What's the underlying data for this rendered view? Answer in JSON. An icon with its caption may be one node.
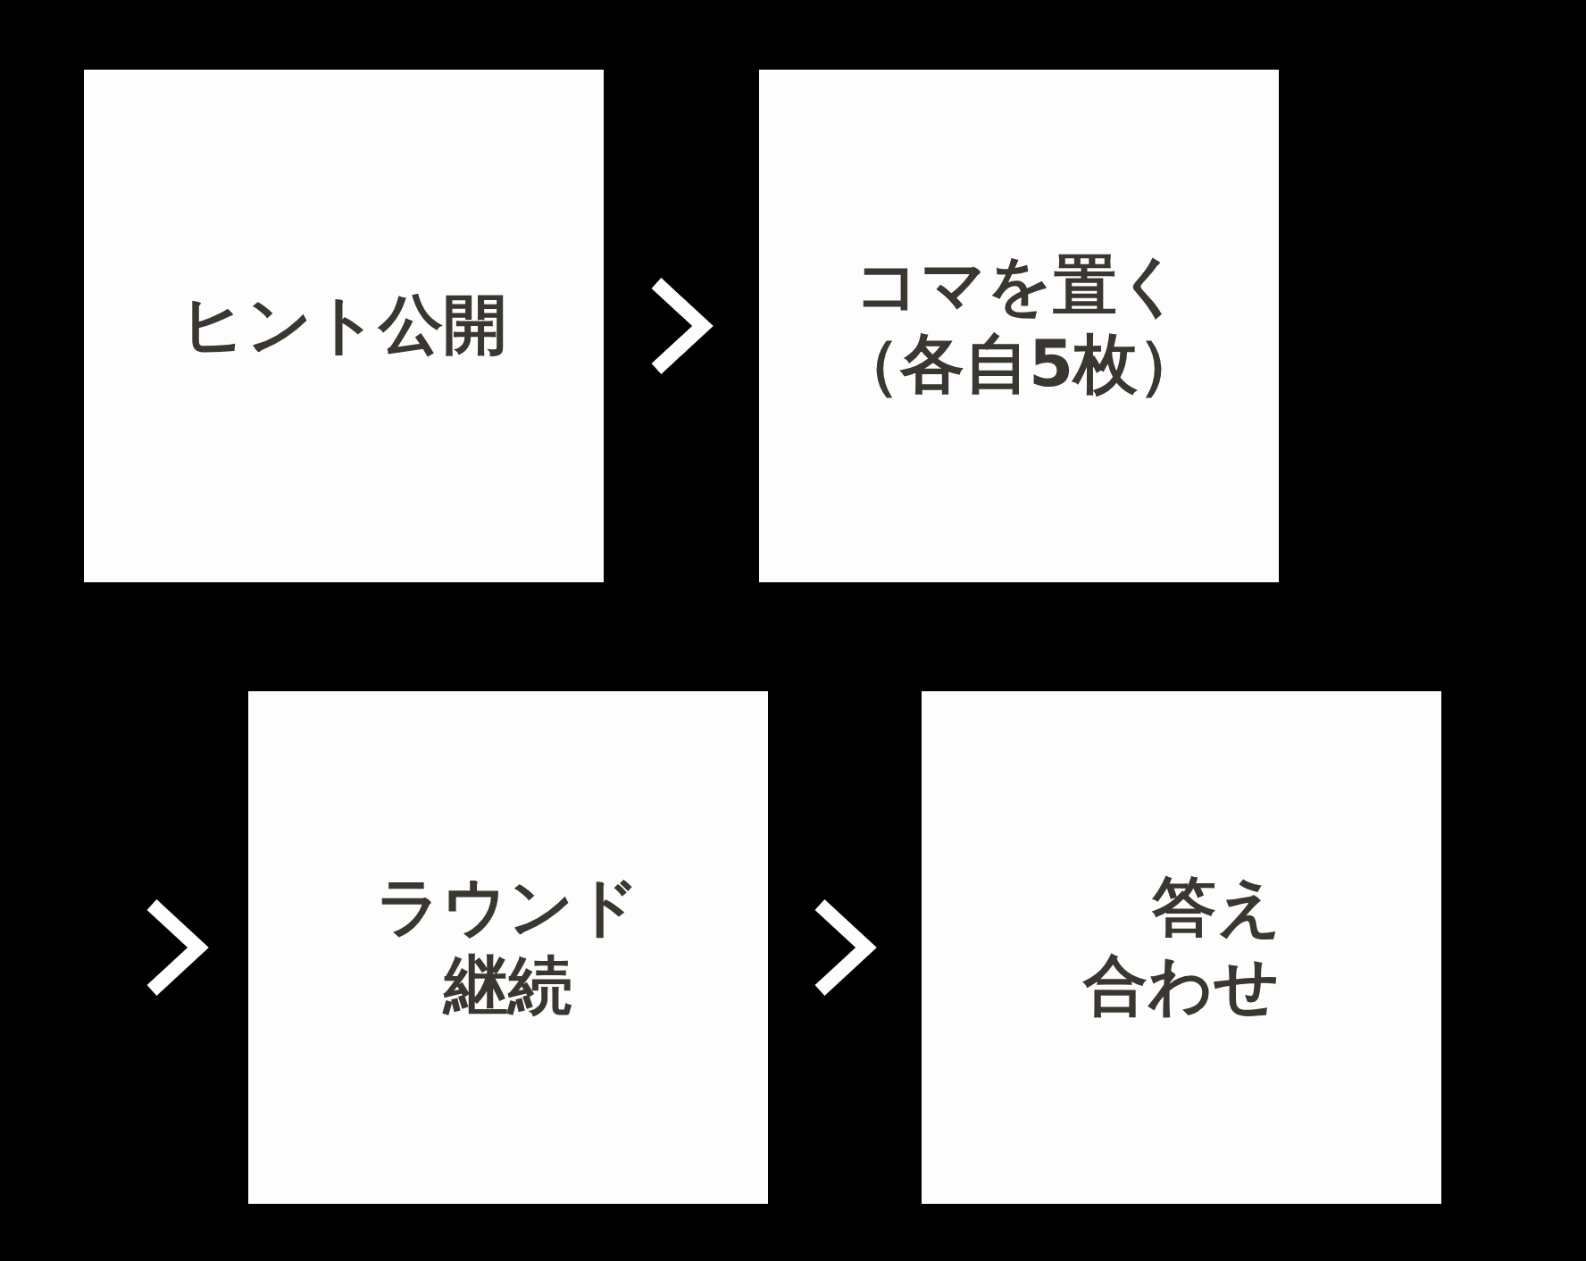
{
  "diagram": {
    "nodes": [
      {
        "text": [
          "ヒント公開"
        ]
      },
      {
        "text": [
          "コマを置く（各自5枚）"
        ]
      },
      {
        "text": [
          "ラウンド継続"
        ]
      },
      {
        "text": [
          "答え合わせ"
        ]
      }
    ],
    "edges": [
      {
        "from": 0,
        "to": 1,
        "arrow": "to"
      },
      {
        "from": null,
        "to": 2,
        "arrow": "to"
      },
      {
        "from": 2,
        "to": 3,
        "arrow": "to"
      }
    ]
  }
}
